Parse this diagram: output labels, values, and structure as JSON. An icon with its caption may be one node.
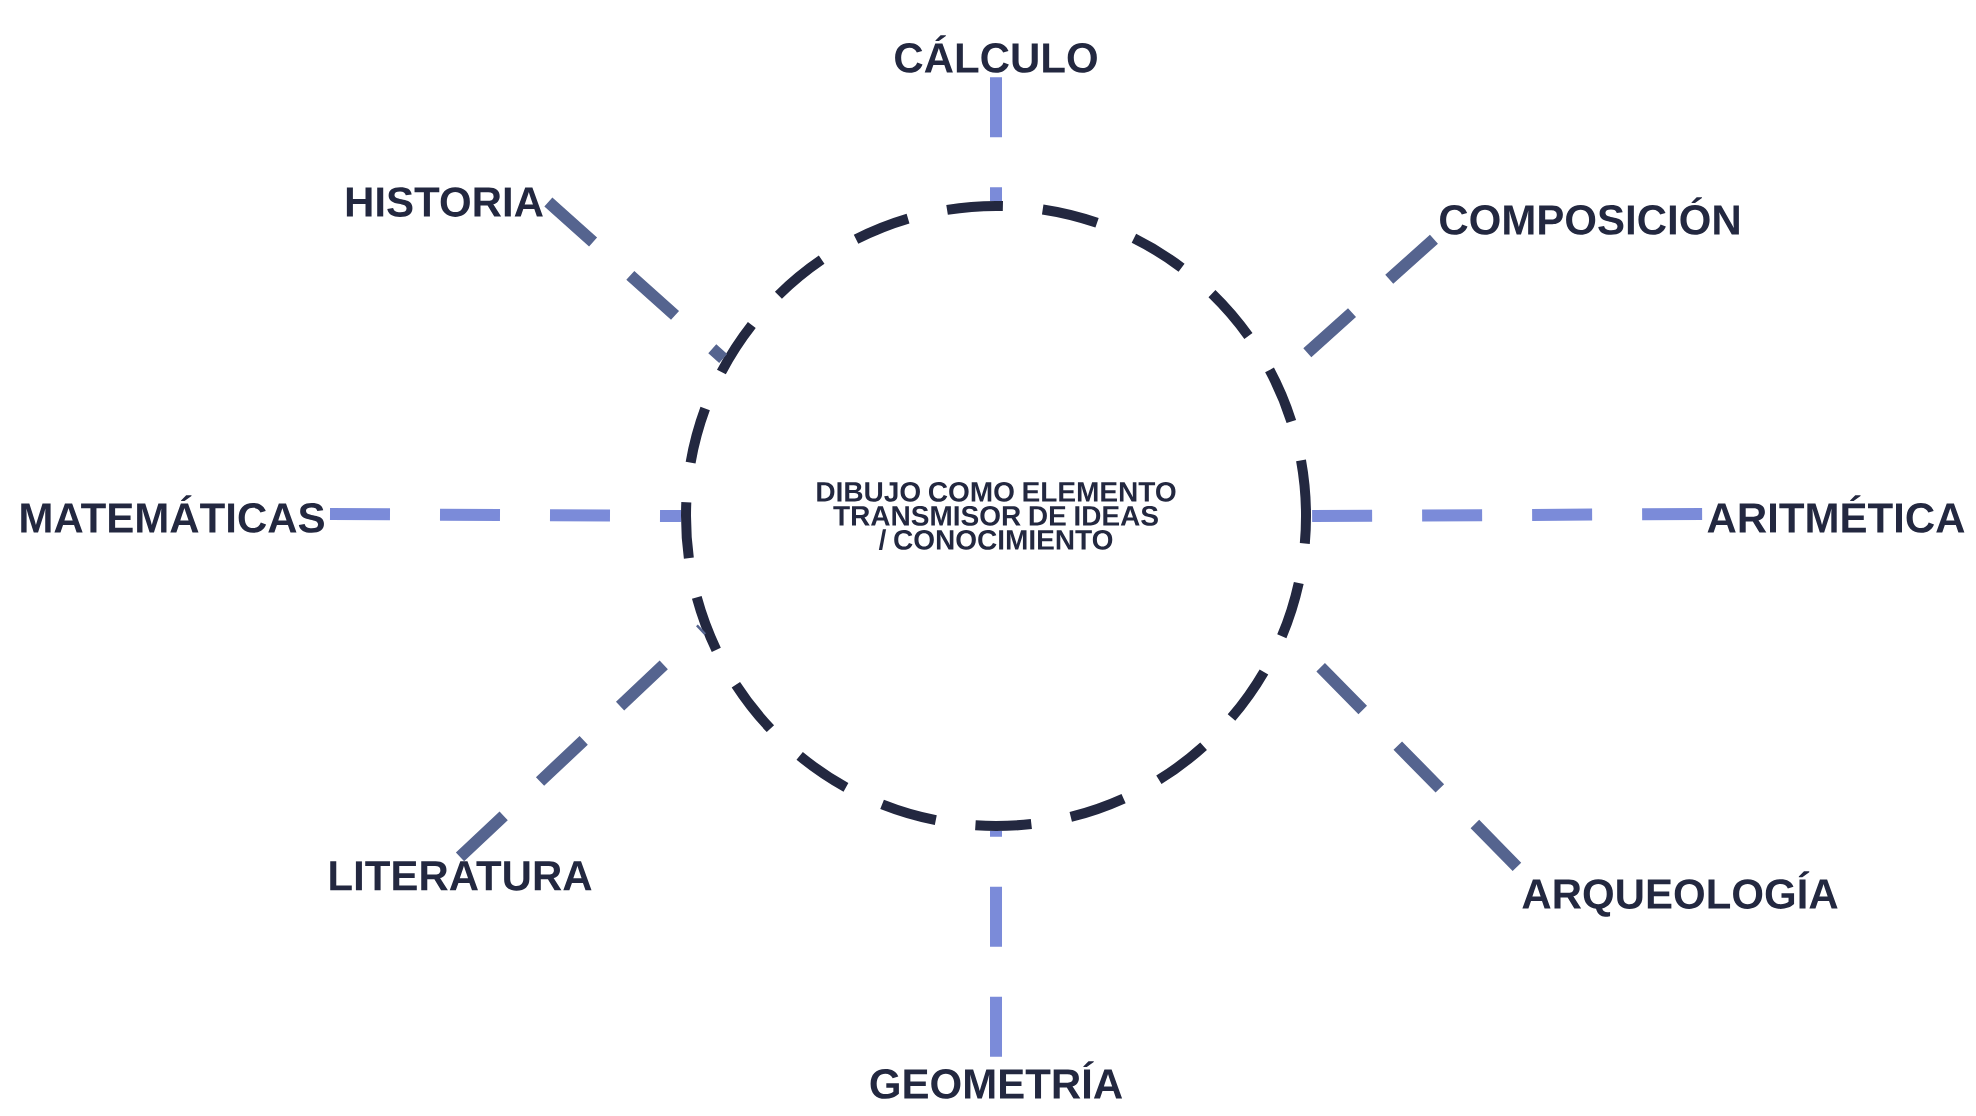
{
  "diagram": {
    "nodes": [
      {
        "text": [
          "DIBUJO COMO ELEMENTO TRANSMISOR DE IDEAS / CONOCIMIENTO"
        ]
      },
      {
        "text": [
          "CÁLCULO"
        ]
      },
      {
        "text": [
          "HISTORIA"
        ]
      },
      {
        "text": [
          "COMPOSICIÓN"
        ]
      },
      {
        "text": [
          "MATEMÁTICAS"
        ]
      },
      {
        "text": [
          "ARITMÉTICA"
        ]
      },
      {
        "text": [
          "LITERATURA"
        ]
      },
      {
        "text": [
          "ARQUEOLOGÍA"
        ]
      },
      {
        "text": [
          "GEOMETRÍA"
        ]
      }
    ],
    "edges": [
      {
        "from": 1,
        "to": 0,
        "arrow": "none",
        "style": "dashed",
        "color": "#7b8bd9"
      },
      {
        "from": 2,
        "to": 0,
        "arrow": "none",
        "style": "dashed",
        "color": "#55648f"
      },
      {
        "from": 3,
        "to": 0,
        "arrow": "none",
        "style": "dashed",
        "color": "#55648f"
      },
      {
        "from": 4,
        "to": 0,
        "arrow": "none",
        "style": "dashed",
        "color": "#7b8bd9"
      },
      {
        "from": 5,
        "to": 0,
        "arrow": "none",
        "style": "dashed",
        "color": "#7b8bd9"
      },
      {
        "from": 6,
        "to": 0,
        "arrow": "none",
        "style": "dashed",
        "color": "#55648f"
      },
      {
        "from": 7,
        "to": 0,
        "arrow": "none",
        "style": "dashed",
        "color": "#55648f"
      },
      {
        "from": 8,
        "to": 0,
        "arrow": "none",
        "style": "dashed",
        "color": "#7b8bd9"
      }
    ]
  }
}
